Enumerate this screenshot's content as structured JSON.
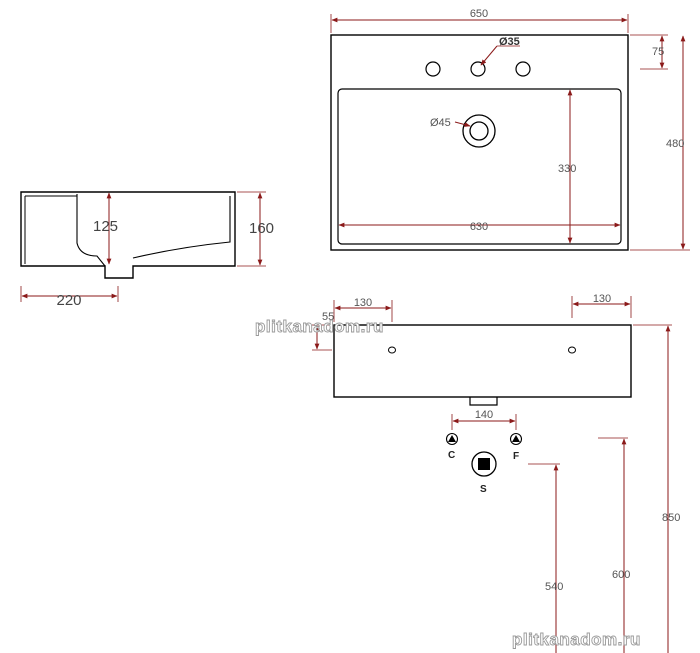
{
  "dimensions": {
    "top_width": "650",
    "tap_hole_diameter": "Ø35",
    "top_tap_offset": "75",
    "overall_depth": "480",
    "drain_diameter": "Ø45",
    "basin_depth": "330",
    "basin_width": "630",
    "side_bowl_depth": "125",
    "side_height": "160",
    "side_depth": "220",
    "front_hole_offset_left": "130",
    "front_hole_offset_right": "130",
    "front_hole_height": "55",
    "supply_spacing": "140",
    "install_height_basin": "850",
    "install_height_supply": "600",
    "install_height_waste": "540"
  },
  "symbols": {
    "hot_label": "C",
    "cold_label": "F",
    "waste_label": "S"
  },
  "watermarks": {
    "mid": "plitkanadom.ru",
    "bottom": "plitkanadom.ru"
  },
  "colors": {
    "line": "#000000",
    "dimension": "#8b1a1a",
    "text": "#555555"
  }
}
